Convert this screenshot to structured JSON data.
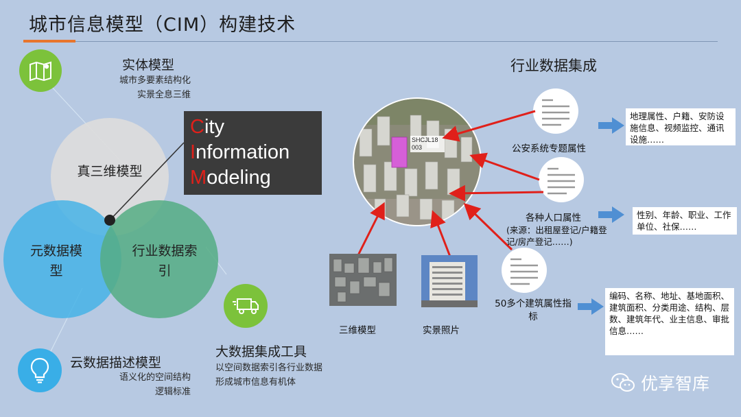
{
  "title": "城市信息模型（CIM）构建技术",
  "venn": {
    "top": "真三维模型",
    "left": "元数据模型",
    "right": "行业数据索引"
  },
  "entity": {
    "heading": "实体模型",
    "line1": "城市多要素结构化",
    "line2": "实景全息三维"
  },
  "cloud": {
    "heading": "云数据描述模型",
    "line1": "语义化的空间结构",
    "line2": "逻辑标准"
  },
  "bigdata": {
    "heading": "大数据集成工具",
    "line1": "以空间数据索引各行业数据",
    "line2": "形成城市信息有机体"
  },
  "cim": {
    "c_first": "C",
    "c_rest": "ity",
    "i_first": "I",
    "i_rest": "nformation",
    "m_first": "M",
    "m_rest": "odeling"
  },
  "industry": {
    "title": "行业数据集成",
    "building_tag_1": "SHCJL18",
    "building_tag_2": "003",
    "police_label": "公安系统专题属性",
    "police_detail": "地理属性、户籍、安防设施信息、视频监控、通讯设施……",
    "population_label": "各种人口属性",
    "population_source": "(来源：出租屋登记/户籍登记/房产登记……)",
    "population_detail": "性别、年龄、职业、工作单位、社保……",
    "building_label": "50多个建筑属性指标",
    "building_detail": "编码、名称、地址、基地面积、建筑面积、分类用途、结构、层数、建筑年代、业主信息、审批信息……",
    "photo_3d_label": "三维模型",
    "photo_real_label": "实景照片"
  },
  "brand": "优享智库",
  "colors": {
    "background": "#b7c9e2",
    "accent_orange": "#e8752d",
    "circle_top": "#dcdcdc",
    "circle_left": "#47b3e6",
    "circle_right": "#55ad84",
    "arrow_red": "#e0201a",
    "arrow_blue": "#4f8fd3",
    "badge_green": "#7cc23b",
    "badge_blue": "#39aee7"
  },
  "icons": [
    "map-pin-icon",
    "truck-icon",
    "lightbulb-icon",
    "document-icon",
    "wechat-icon"
  ]
}
